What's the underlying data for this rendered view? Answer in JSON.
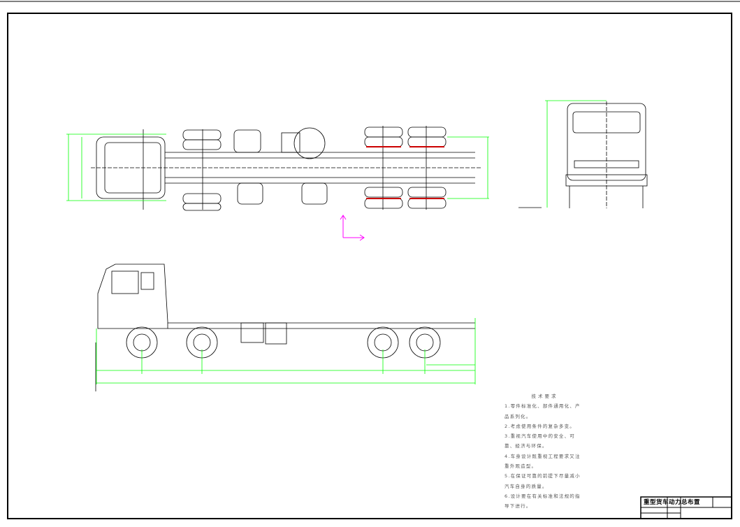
{
  "technical_requirements": {
    "heading": "技术要求",
    "items": [
      "1.零件标准化、部件通用化、产品系列化。",
      "2.考虑使用条件的复杂多变。",
      "3.重视汽车使用中的安全、可靠、经济与环保。",
      "4.车身设计既重视工程要求又注重外观造型。",
      "5.在保证可靠的前提下尽量减小汽车自身的质量。",
      "6.设计要在有关标准和法规的指导下进行。"
    ]
  },
  "title_block": {
    "title": "重型货车动力总布置"
  },
  "colors": {
    "lines": "#000000",
    "dimensions": "#00ff00",
    "ucs": "#ff00ff",
    "tire_band": "#cc0000"
  }
}
